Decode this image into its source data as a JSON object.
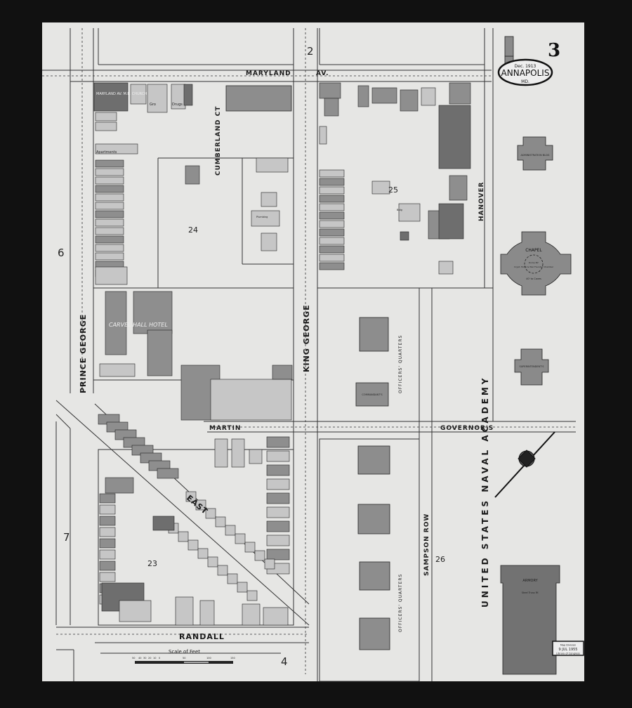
{
  "sheet": {
    "number": "3",
    "date": "Dec. 1913",
    "city": "ANNAPOLIS",
    "state": "MD."
  },
  "adjacent_sheets": {
    "top": "2",
    "left_upper": "6",
    "left_lower": "7",
    "bottom": "4"
  },
  "blocks": [
    "24",
    "25",
    "23",
    "26"
  ],
  "streets": {
    "maryland": "MARYLAND",
    "av": "AV.",
    "prince_george": "PRINCE GEORGE",
    "cumberland": "CUMBERLAND CT",
    "king_george": "KING GEORGE",
    "hanover": "HANOVER",
    "martin": "MARTIN",
    "governors": "GOVERNOR'S",
    "sampson": "SAMPSON ROW",
    "east": "EAST",
    "randall": "RANDALL"
  },
  "landmarks": {
    "church": "MARYLAND AV. M.E. CHURCH",
    "hotel": "CARVEL HALL HOTEL",
    "academy": "UNITED STATES NAVAL ACADEMY",
    "officers_quarters_1": "OFFICERS' QUARTERS",
    "officers_quarters_2": "OFFICERS' QUARTERS",
    "chapel": "CHAPEL",
    "chapel_dome": "Dome 80'",
    "chapel_crypt": "Crypt, Tomb & War Founder Chamber",
    "chapel_height": "40' to Caves",
    "admin_bldg": "ADMINISTRATION BLDG",
    "superintendent": "SUPERINTENDENT'S",
    "commandant": "COMMANDANT'S",
    "armory": "ARMORY",
    "armory_note": "Steel Truss Rf.",
    "apartments": "Apartments",
    "gro": "Gro",
    "drugs": "Drugs",
    "plumbing": "Plumbing",
    "bldg": "Bldg"
  },
  "scale": {
    "title": "Scale of Feet",
    "ticks": [
      "50",
      "40",
      "30",
      "20",
      "10",
      "0",
      "50",
      "100",
      "150"
    ]
  },
  "stamp": {
    "line1": "Map Division",
    "line2": "9 JUL 1955",
    "line3": "Library of Congress"
  },
  "colors": {
    "paper": "#e6e6e4",
    "brick": "#8e8e8e",
    "frame": "#c6c6c6",
    "stone": "#6e6e6e",
    "border": "#0b0b0b"
  }
}
